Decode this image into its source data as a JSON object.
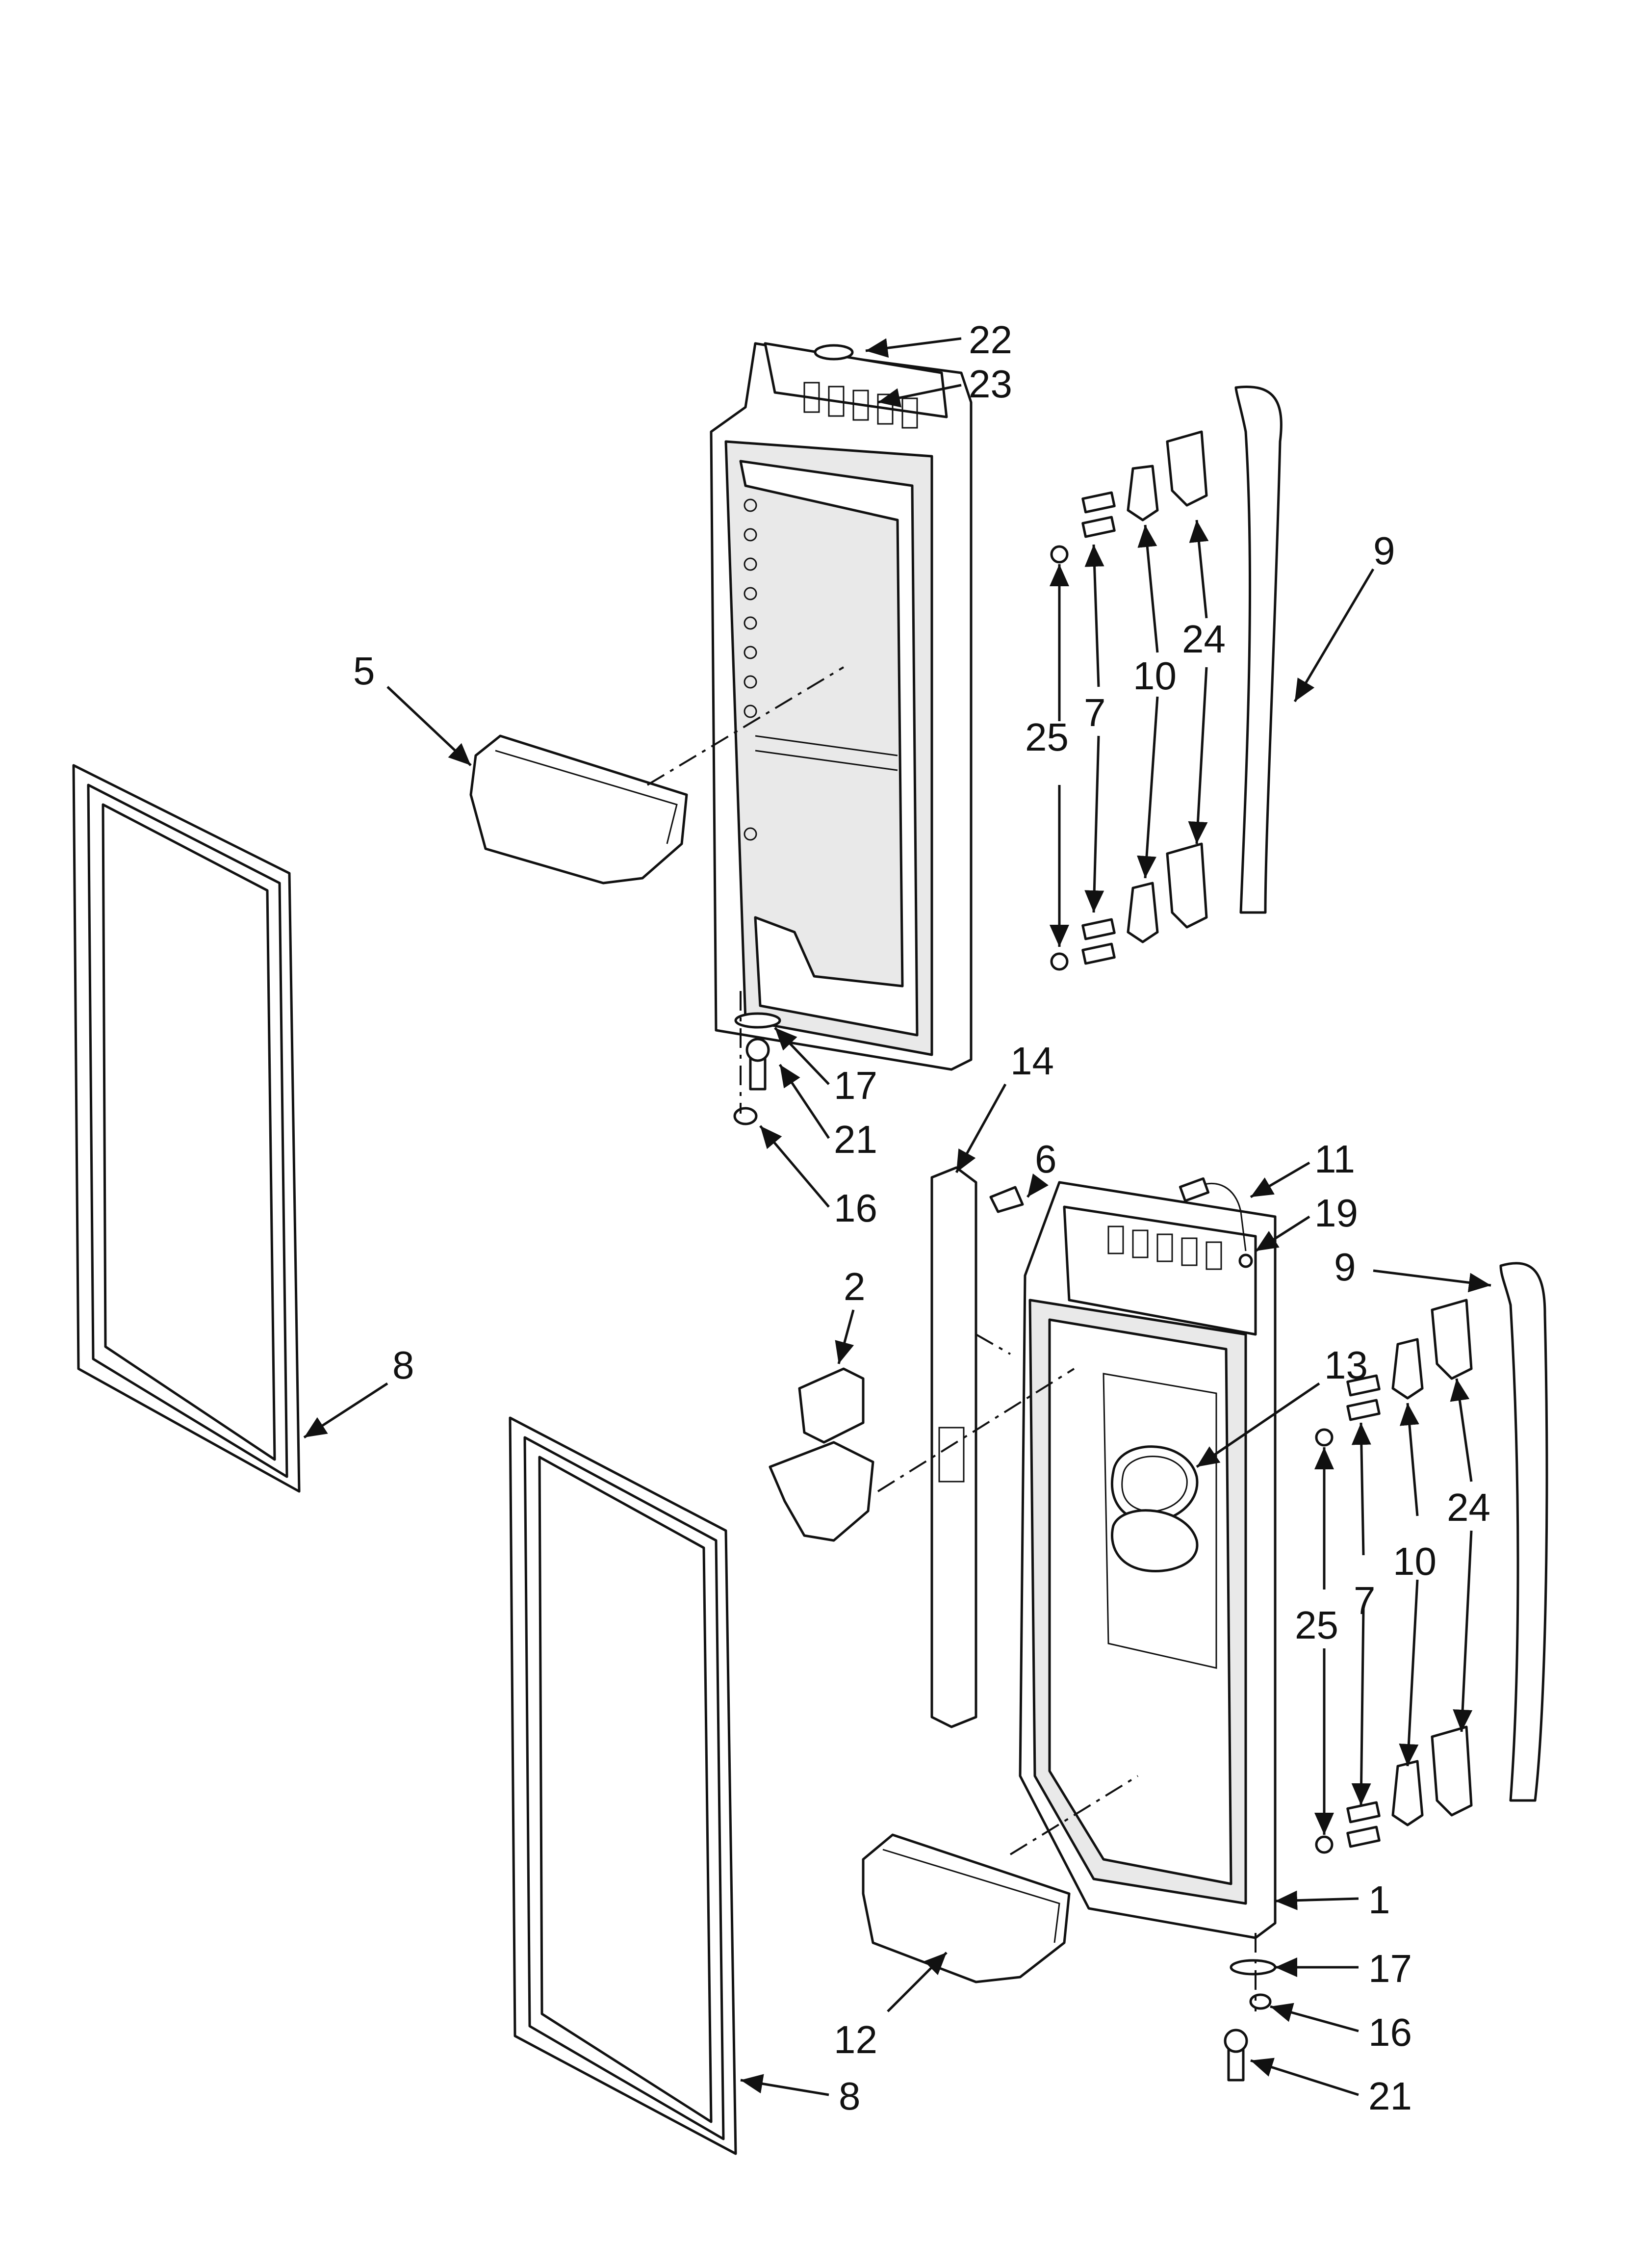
{
  "callouts": [
    {
      "id": "c22",
      "text": "22"
    },
    {
      "id": "c23",
      "text": "23"
    },
    {
      "id": "c9a",
      "text": "9"
    },
    {
      "id": "c5",
      "text": "5"
    },
    {
      "id": "c24a",
      "text": "24"
    },
    {
      "id": "c10a",
      "text": "10"
    },
    {
      "id": "c7a",
      "text": "7"
    },
    {
      "id": "c25a",
      "text": "25"
    },
    {
      "id": "c14",
      "text": "14"
    },
    {
      "id": "c6",
      "text": "6"
    },
    {
      "id": "c17a",
      "text": "17"
    },
    {
      "id": "c21a",
      "text": "21"
    },
    {
      "id": "c16a",
      "text": "16"
    },
    {
      "id": "c11",
      "text": "11"
    },
    {
      "id": "c19",
      "text": "19"
    },
    {
      "id": "c9b",
      "text": "9"
    },
    {
      "id": "c2",
      "text": "2"
    },
    {
      "id": "c8a",
      "text": "8"
    },
    {
      "id": "c13",
      "text": "13"
    },
    {
      "id": "c24b",
      "text": "24"
    },
    {
      "id": "c10b",
      "text": "10"
    },
    {
      "id": "c7b",
      "text": "7"
    },
    {
      "id": "c25b",
      "text": "25"
    },
    {
      "id": "c1",
      "text": "1"
    },
    {
      "id": "c17b",
      "text": "17"
    },
    {
      "id": "c16b",
      "text": "16"
    },
    {
      "id": "c12",
      "text": "12"
    },
    {
      "id": "c21b",
      "text": "21"
    },
    {
      "id": "c8b",
      "text": "8"
    }
  ],
  "colors": {
    "line": "#111111",
    "background": "#ffffff",
    "shade": "#e9e9e9"
  }
}
